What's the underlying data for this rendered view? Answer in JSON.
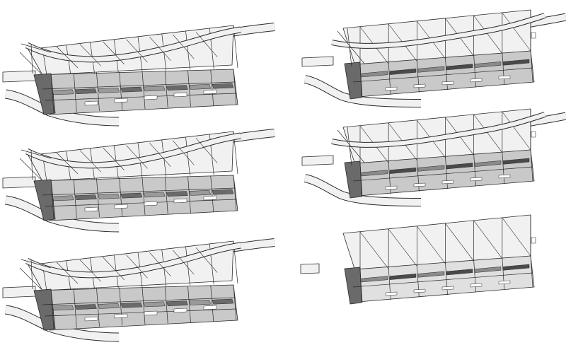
{
  "image": {
    "kind": "grid of axonometric wireframe architectural massing drawings",
    "panels": [
      {
        "id": "left-top",
        "variant": "dense"
      },
      {
        "id": "left-middle",
        "variant": "dense"
      },
      {
        "id": "left-bottom",
        "variant": "dense"
      },
      {
        "id": "right-top",
        "variant": "medium"
      },
      {
        "id": "right-middle",
        "variant": "medium"
      },
      {
        "id": "right-bottom",
        "variant": "light"
      }
    ],
    "colors": {
      "line": "#2a2a2a",
      "light_fill": "#f1f1f1",
      "mid_fill": "#c9c9c9",
      "dark_fill": "#6a6a6a",
      "background": "#ffffff"
    }
  }
}
